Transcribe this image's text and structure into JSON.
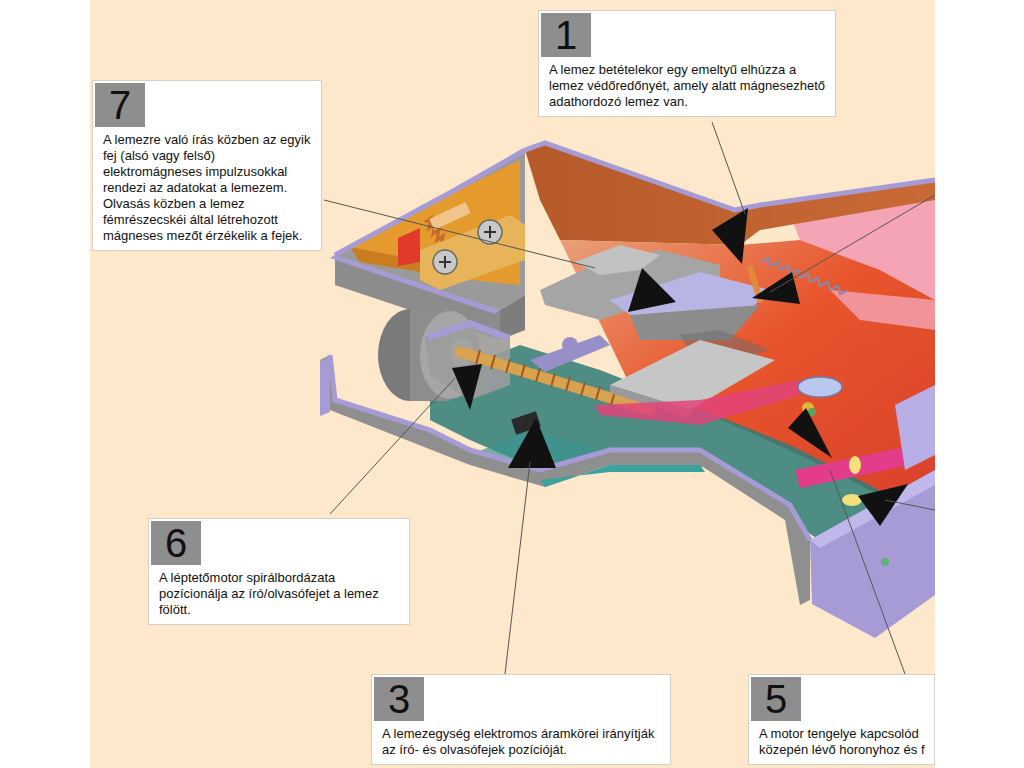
{
  "diagram": {
    "nodes": [
      {
        "text": [
          "1",
          "A lemez betételekor egy emeltyű elhúzza a lemez védőredőnyét, amely alatt mágnesezhető adathordozó lemez van."
        ]
      },
      {
        "text": [
          "7",
          "A lemezre való írás közben az egyik fej (alsó vagy felső) elektromágneses impulzusokkal rendezi az adatokat a lemezem. Olvasás közben a lemez fémrészecskéi által létrehozott mágneses mezőt érzékelik a fejek."
        ]
      },
      {
        "text": [
          "6",
          "A léptetőmotor spirálbordázata pozícionálja az író/olvasófejet a lemez fölött."
        ]
      },
      {
        "text": [
          "3",
          "A lemezegység elektromos áramkörei irányítják az író- és olvasófejek pozícióját."
        ]
      },
      {
        "text": [
          "5",
          "A motor tengelye kapcsolód közepén lévő horonyhoz és f"
        ]
      }
    ]
  }
}
